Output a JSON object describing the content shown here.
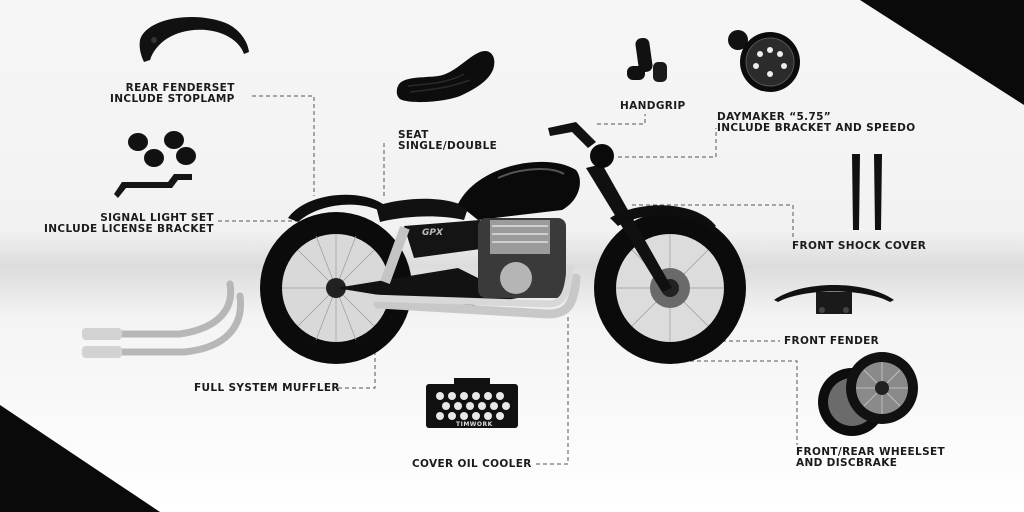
{
  "labels": {
    "rear_fender": [
      "REAR FENDERSET",
      "INCLUDE STOPLAMP"
    ],
    "seat": [
      "SEAT",
      "SINGLE/DOUBLE"
    ],
    "handgrip": [
      "HANDGRIP"
    ],
    "daymaker": [
      "DAYMAKER “5.75”",
      "INCLUDE BRACKET AND SPEEDO"
    ],
    "signal_light": [
      "SIGNAL LIGHT SET",
      "INCLUDE LICENSE BRACKET"
    ],
    "front_shock": [
      "FRONT SHOCK COVER"
    ],
    "front_fender": [
      "FRONT FENDER"
    ],
    "muffler": [
      "FULL SYSTEM MUFFLER"
    ],
    "oil_cooler": [
      "COVER OIL COOLER"
    ],
    "wheelset": [
      "FRONT/REAR WHEELSET",
      "AND DISCBRAKE"
    ]
  },
  "branding": {
    "tank_badge": "GPX",
    "cooler_badge": "TIMWORK"
  },
  "colors": {
    "part_black": "#111111",
    "chrome": "#c8c8c8",
    "leader_line": "#555555",
    "label_text": "#1b1b1b"
  }
}
